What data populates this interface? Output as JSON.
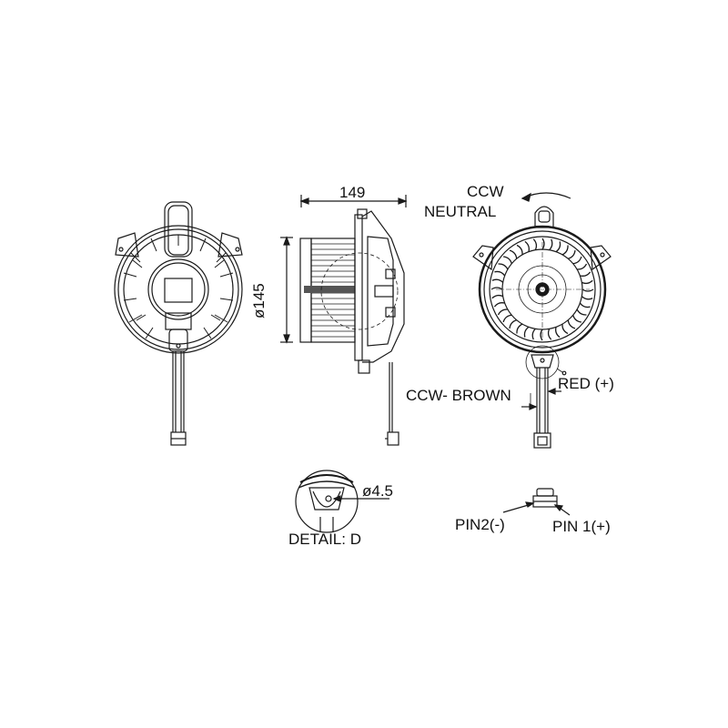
{
  "diagram": {
    "subject": "blower motor technical drawing",
    "views": [
      "front view",
      "side view",
      "rear view",
      "detail D",
      "connector pinout"
    ],
    "dimensions": {
      "length": "149",
      "diameter": "ø145",
      "hole_diameter": "ø4.5"
    },
    "labels": {
      "rotation_direction": "CCW",
      "rotation_mode": "NEUTRAL",
      "wire_negative": "CCW- BROWN",
      "wire_positive": "RED (+)",
      "detail": "DETAIL: D",
      "pin2": "PIN2(-)",
      "pin1": "PIN 1(+)"
    },
    "colors": {
      "line": "#1a1a1a",
      "background": "#ffffff"
    }
  }
}
